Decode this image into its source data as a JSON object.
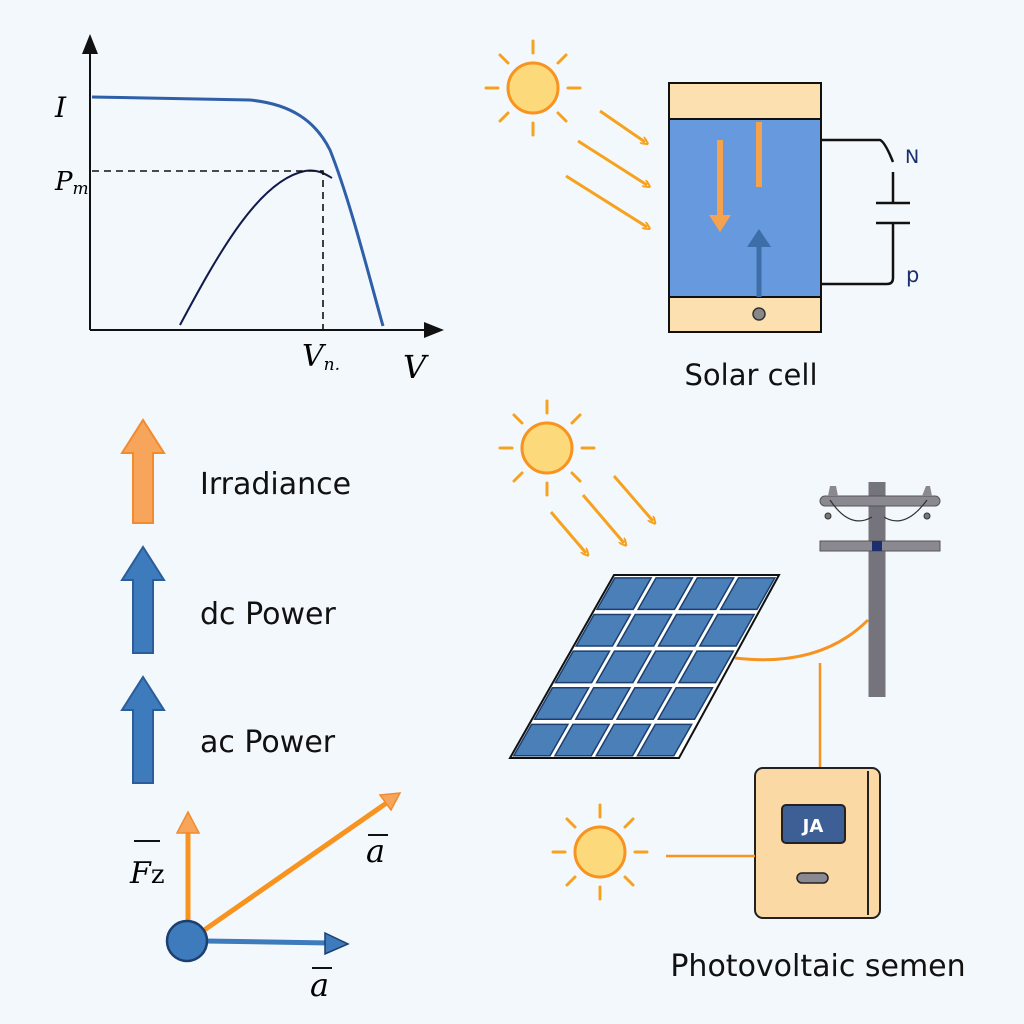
{
  "iv_chart": {
    "y_label": "I",
    "pm_label": "P",
    "pm_sub": "m",
    "vm_label": "V",
    "vm_sub": "n.",
    "x_label": "V"
  },
  "solar_cell": {
    "title": "Solar cell",
    "n_label": "N",
    "p_label": "p"
  },
  "legend": {
    "items": [
      {
        "label": "Irradiance",
        "color": "#f4a24e"
      },
      {
        "label": "dc Power",
        "color": "#3e7bbd"
      },
      {
        "label": "ac Power",
        "color": "#3e7bbd"
      }
    ]
  },
  "vectors": {
    "fz_label": "F",
    "fz_sub": "z",
    "a_label_1": "a",
    "a_label_2": "a"
  },
  "system": {
    "meter_display": "JA",
    "title": "Photovoltaic semen"
  },
  "colors": {
    "orange": "#f7931e",
    "blue": "#3e7bbd",
    "cell_blue": "#6699dd",
    "tan": "#fde0b0"
  }
}
